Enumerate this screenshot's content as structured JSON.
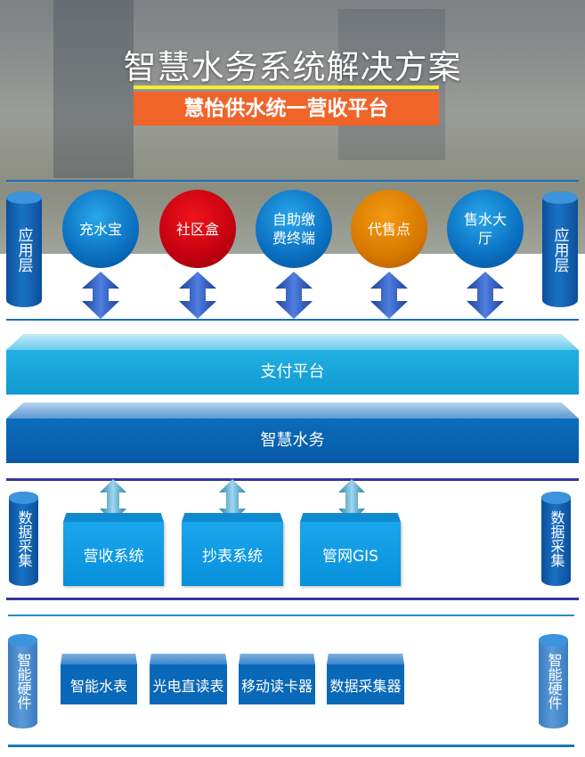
{
  "header": {
    "title": "智慧水务系统解决方案",
    "subtitle": "慧怡供水统一营收平台"
  },
  "application_layer": {
    "side_label": "应用层",
    "items": [
      {
        "label": "充水宝",
        "color": "#0a6fc0"
      },
      {
        "label": "社区盒",
        "color": "#c40010"
      },
      {
        "label": "自助缴费终端",
        "color": "#0a6fc0"
      },
      {
        "label": "代售点",
        "color": "#d87800"
      },
      {
        "label": "售水大厅",
        "color": "#0a6fc0"
      }
    ]
  },
  "platforms": {
    "payment": "支付平台",
    "smart_water": "智慧水务"
  },
  "data_layer": {
    "side_label": "数据采集",
    "items": [
      "营收系统",
      "抄表系统",
      "管网GIS"
    ]
  },
  "hardware_layer": {
    "side_label": "智能硬件",
    "items": [
      "智能水表",
      "光电直读表",
      "移动读卡器",
      "数据采集器"
    ]
  },
  "colors": {
    "accent_orange": "#f0642a",
    "primary_blue": "#0a64b0",
    "light_blue": "#1aa3d8"
  }
}
